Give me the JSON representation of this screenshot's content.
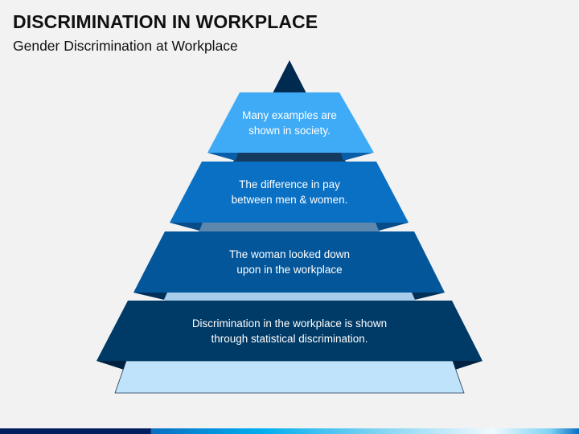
{
  "header": {
    "title": "DISCRIMINATION IN WORKPLACE",
    "subtitle": "Gender Discrimination at Workplace"
  },
  "pyramid": {
    "levels": [
      {
        "label_line1": "Many examples are",
        "label_line2": "shown in society.",
        "color": "#3fabf6"
      },
      {
        "label_line1": "The difference in pay",
        "label_line2": "between men & women.",
        "color": "#0a70c3"
      },
      {
        "label_line1": "The woman looked down",
        "label_line2": "upon in the workplace",
        "color": "#04569a"
      },
      {
        "label_line1": "Discrimination in the workplace is shown",
        "label_line2": "through statistical discrimination.",
        "color": "#003a66"
      }
    ],
    "apex_color": "#002a50",
    "base_color": "#bee3fb"
  }
}
